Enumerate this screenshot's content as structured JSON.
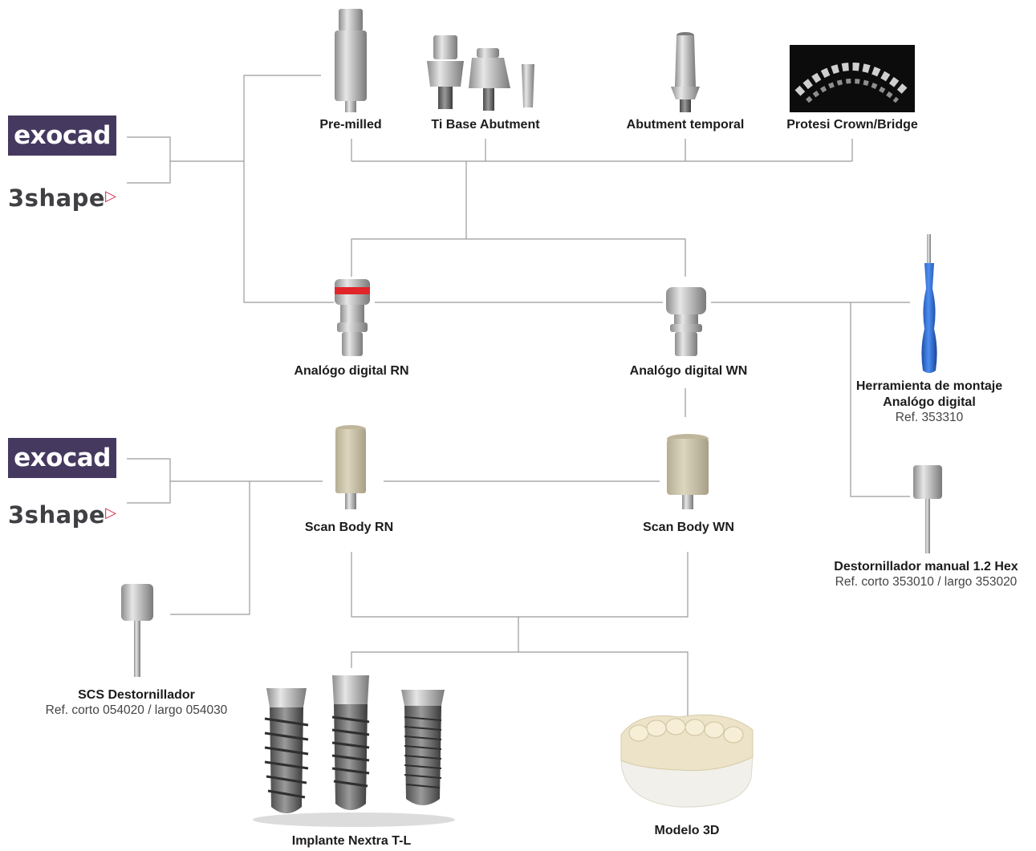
{
  "software_top": {
    "exocad": "exocad",
    "threeshape": "3shape"
  },
  "software_bottom": {
    "exocad": "exocad",
    "threeshape": "3shape"
  },
  "products": {
    "premilled": "Pre-milled",
    "tibase": "Ti Base Abutment",
    "temporal": "Abutment temporal",
    "protesi": "Protesi Crown/Bridge",
    "analog_rn": "Analógo digital RN",
    "analog_wn": "Analógo digital WN",
    "tool_title_1": "Herramienta de montaje",
    "tool_title_2": "Analógo digital",
    "tool_ref": "Ref. 353310",
    "scan_rn": "Scan Body RN",
    "scan_wn": "Scan Body WN",
    "screwdriver_title": "Destornillador manual 1.2 Hex",
    "screwdriver_ref": "Ref. corto 353010 / largo 353020",
    "scs_title": "SCS Destornillador",
    "scs_ref": "Ref. corto 054020 / largo 054030",
    "implant": "Implante Nextra T-L",
    "model": "Modelo 3D"
  },
  "colors": {
    "line": "#9a9a9a",
    "exocad_bg": "#45395f",
    "threeshape_accent": "#d0254a",
    "analog_ring": "#e0262a",
    "scanbody": "#cdc4a8",
    "tool_blue": "#2f6fd6"
  },
  "icons": {
    "premilled": "premilled-abutment-icon",
    "tibase": "tibase-abutment-icon",
    "temporal": "temporary-abutment-icon",
    "protesi": "crown-bridge-icon",
    "analog": "digital-analog-icon",
    "scanbody": "scan-body-icon",
    "mount_tool": "mounting-tool-icon",
    "screwdriver": "screwdriver-icon",
    "implant": "implant-icon",
    "model": "dental-model-icon"
  }
}
